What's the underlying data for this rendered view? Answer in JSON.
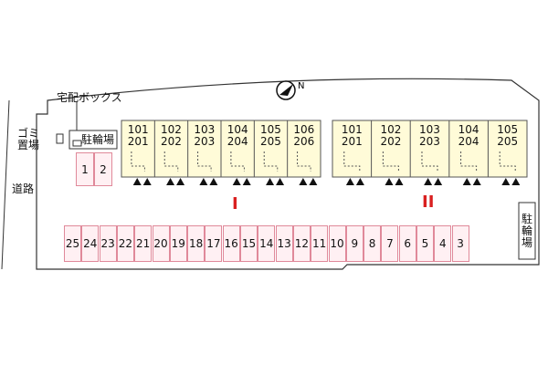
{
  "labels": {
    "delivery_box": "宅配ボックス",
    "garbage": "ゴミ置場",
    "road": "道路",
    "bike_parking_left": "駐輪場",
    "bike_parking_right": "駐輪場"
  },
  "building_I": {
    "label": "I",
    "units": [
      {
        "upper": "101",
        "lower": "201"
      },
      {
        "upper": "102",
        "lower": "202"
      },
      {
        "upper": "103",
        "lower": "203"
      },
      {
        "upper": "104",
        "lower": "204"
      },
      {
        "upper": "105",
        "lower": "205"
      },
      {
        "upper": "106",
        "lower": "206"
      }
    ]
  },
  "building_II": {
    "label": "II",
    "units": [
      {
        "upper": "101",
        "lower": "201"
      },
      {
        "upper": "102",
        "lower": "202"
      },
      {
        "upper": "103",
        "lower": "203"
      },
      {
        "upper": "104",
        "lower": "204"
      },
      {
        "upper": "105",
        "lower": "205"
      }
    ]
  },
  "bike_slots": [
    "1",
    "2"
  ],
  "parking_slots": [
    "25",
    "24",
    "23",
    "22",
    "21",
    "20",
    "19",
    "18",
    "17",
    "16",
    "15",
    "14",
    "13",
    "12",
    "11",
    "10",
    "9",
    "8",
    "7",
    "6",
    "5",
    "4",
    "3"
  ],
  "compass_icon": "north-arrow-icon",
  "colors": {
    "building_fill": "#fffbd8",
    "parking_fill": "#fff0f3",
    "parking_border": "#e0899a",
    "building_label": "#d92020"
  }
}
